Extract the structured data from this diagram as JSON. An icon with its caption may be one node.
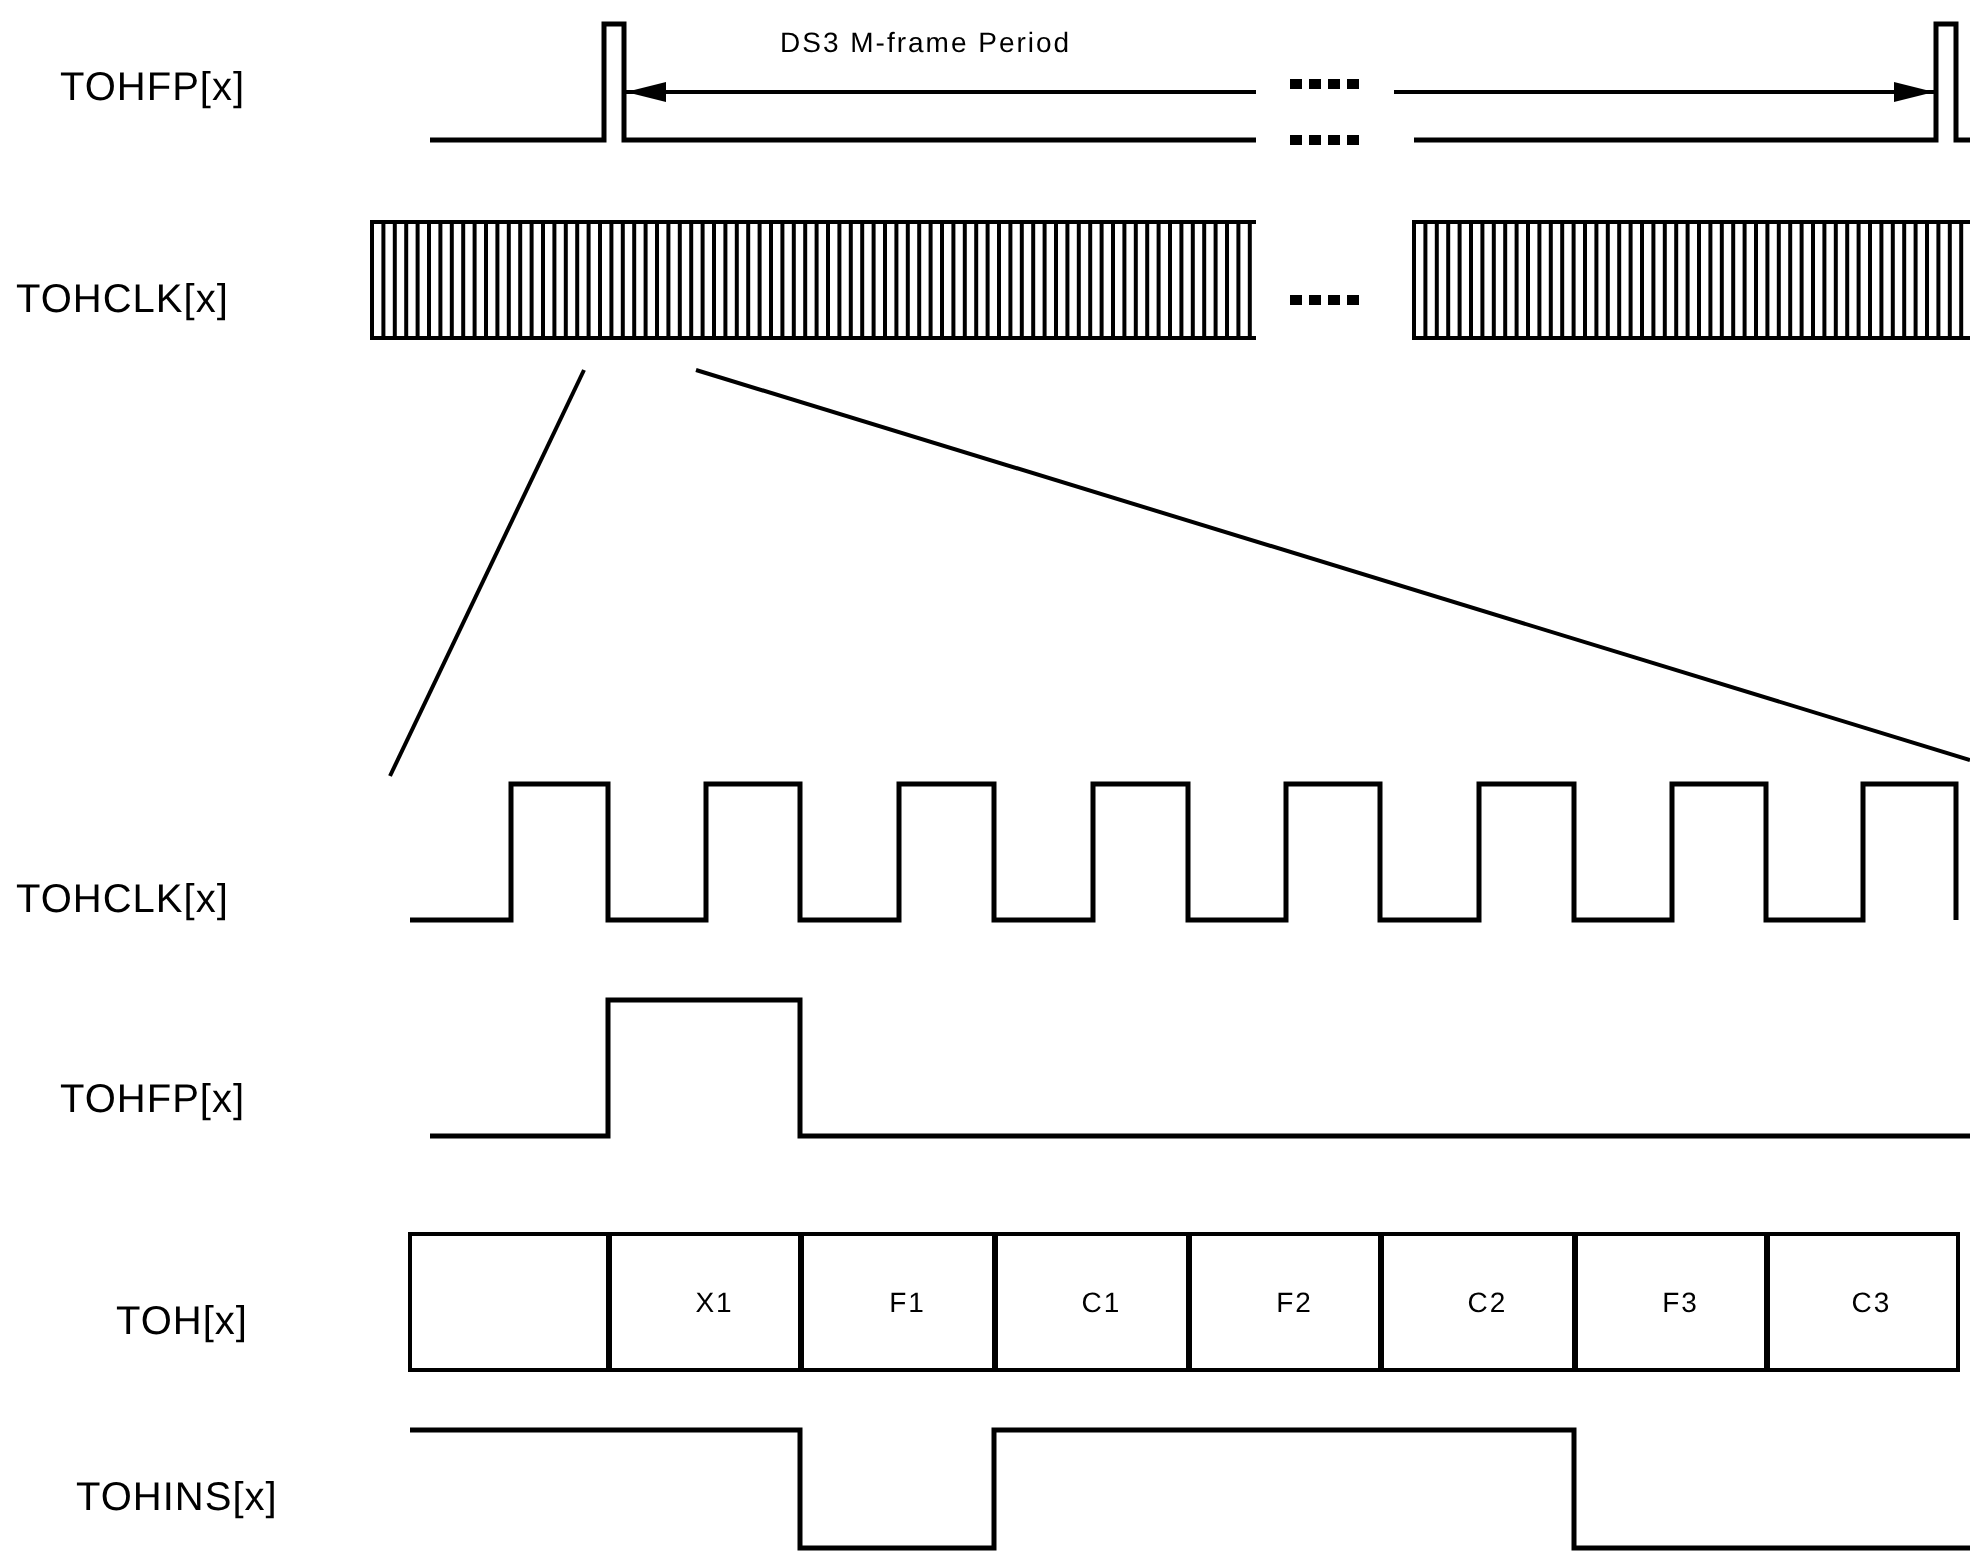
{
  "diagram": {
    "nodes": [
      {
        "text": [],
        "shape": "box"
      },
      {
        "text": [
          "X1"
        ]
      },
      {
        "text": [
          "F1"
        ]
      },
      {
        "text": [
          "C1"
        ]
      },
      {
        "text": [
          "F2"
        ]
      },
      {
        "text": [
          "C2"
        ]
      },
      {
        "text": [
          "F3"
        ]
      },
      {
        "text": [
          "C3"
        ]
      }
    ],
    "labels": [
      "TOHFP[x]",
      "DS3 M-frame Period",
      "TOHCLK[x]",
      "TOHCLK[x]",
      "TOHFP[x]",
      "TOH[x]",
      "TOHINS[x]"
    ]
  }
}
